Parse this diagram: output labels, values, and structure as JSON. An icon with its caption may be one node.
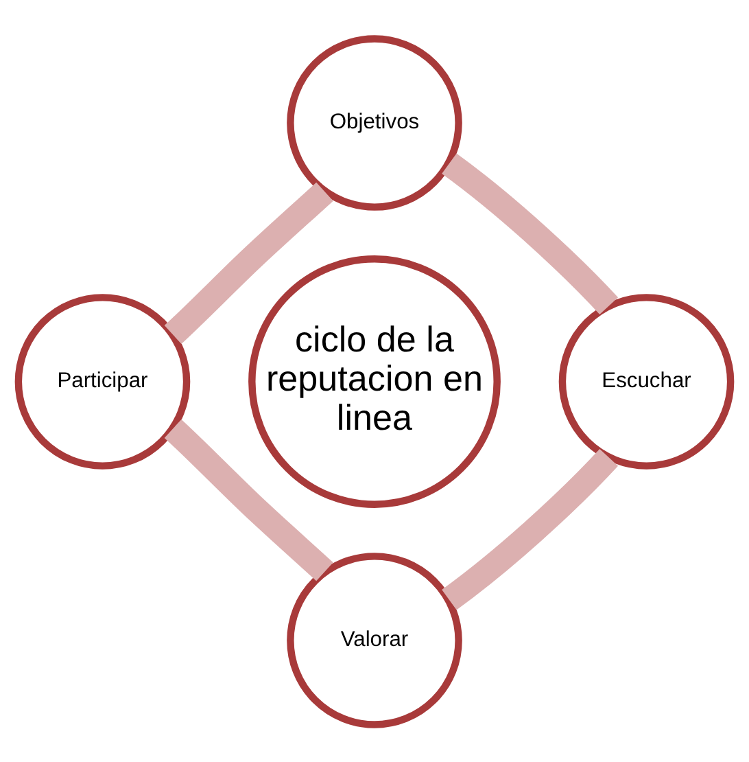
{
  "diagram": {
    "nodes": [
      {
        "text": [
          "Objetivos"
        ]
      },
      {
        "text": [
          "Participar"
        ]
      },
      {
        "text": [
          "ciclo de la reputacion en linea"
        ]
      },
      {
        "text": [
          "Escuchar"
        ]
      },
      {
        "text": [
          "Valorar"
        ]
      }
    ],
    "edges": [
      {
        "from": 0,
        "to": 3,
        "arrow": "none"
      },
      {
        "from": 3,
        "to": 4,
        "arrow": "none"
      },
      {
        "from": 4,
        "to": 1,
        "arrow": "none"
      },
      {
        "from": 1,
        "to": 0,
        "arrow": "none"
      }
    ]
  }
}
